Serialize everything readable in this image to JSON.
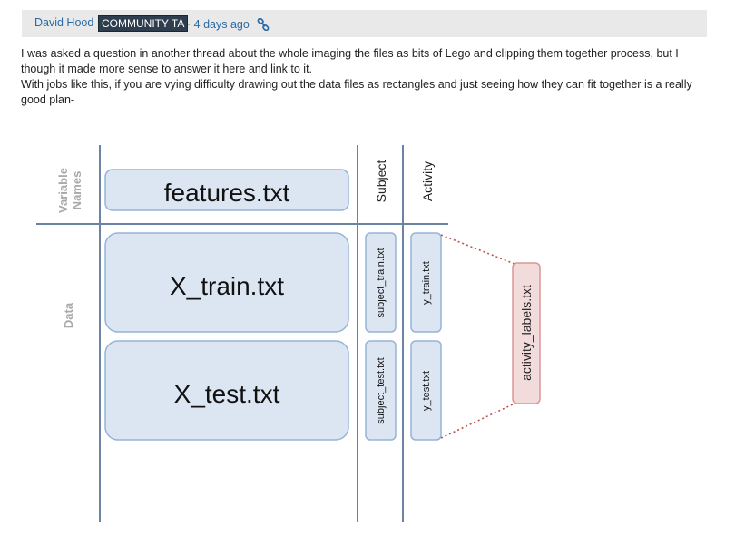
{
  "post": {
    "author": "David Hood",
    "badge": "COMMUNITY TA",
    "separator": "·",
    "timestamp": "4 days ago",
    "link_icon": "link-icon",
    "paragraphs": [
      "I was asked a question in another thread about the whole imaging the files as bits of Lego and clipping them together process, but I though it made more sense to answer it here and link to it.",
      "With jobs like this, if you are vying difficulty drawing out the data files as rectangles and just seeing how they can fit together is a really good plan-"
    ]
  },
  "diagram": {
    "row_labels": {
      "variable_names_line1": "Variable",
      "variable_names_line2": "Names",
      "data": "Data"
    },
    "column_labels": {
      "subject": "Subject",
      "activity": "Activity"
    },
    "files": {
      "features": "features.txt",
      "x_train": "X_train.txt",
      "x_test": "X_test.txt",
      "subject_train": "subject_train.txt",
      "subject_test": "subject_test.txt",
      "y_train": "y_train.txt",
      "y_test": "y_test.txt",
      "activity_labels": "activity_labels.txt"
    },
    "colors": {
      "box_fill": "#dce6f2",
      "box_stroke": "#95b3d7",
      "label_fill": "#f2dcdb",
      "label_stroke": "#d99694",
      "line": "#6b84a3",
      "dotted": "#c0504d",
      "grey_text": "#a9a9a9"
    }
  }
}
